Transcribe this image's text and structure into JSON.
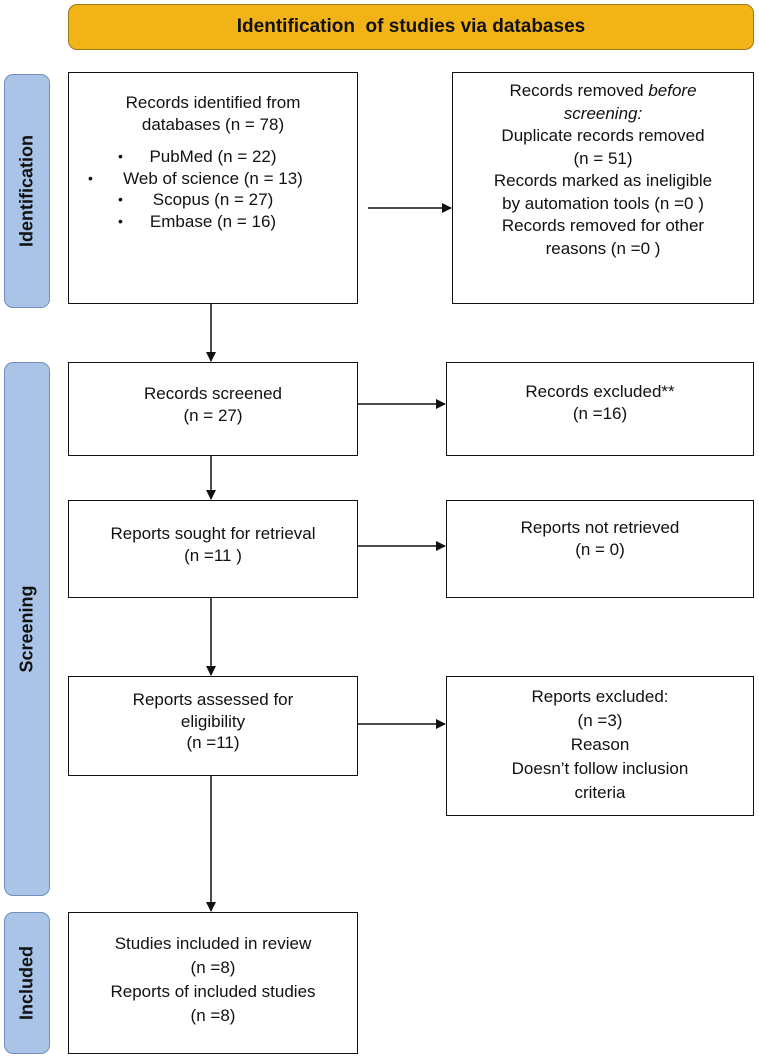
{
  "banner": {
    "title": "Identification  of studies via databases"
  },
  "phases": {
    "identification": "Identification",
    "screening": "Screening",
    "included": "Included"
  },
  "identified": {
    "line1": "Records identified from",
    "line2": "databases (n = 78)",
    "databases": [
      {
        "bullet": "•",
        "label": "PubMed (n = 22)"
      },
      {
        "bullet": "•",
        "label": "Web of science (n = 13)"
      },
      {
        "bullet": "•",
        "label": "Scopus (n = 27)"
      },
      {
        "bullet": "•",
        "label": "Embase (n = 16)"
      }
    ]
  },
  "removed": {
    "line1_prefix": "Records removed ",
    "line1_italic": "before",
    "line2_italic": "screening:",
    "line3": "Duplicate records removed",
    "line4": "(n = 51)",
    "line5": "Records marked as ineligible",
    "line6": "by automation tools (n =0 )",
    "line7": "Records removed for other",
    "line8": "reasons (n =0 )"
  },
  "screened": {
    "line1": "Records screened",
    "line2": "(n = 27)"
  },
  "excluded": {
    "line1": "Records excluded**",
    "line2": "(n =16)"
  },
  "sought": {
    "line1": "Reports sought for retrieval",
    "line2": "(n =11 )"
  },
  "not_retrieved": {
    "line1": "Reports not retrieved",
    "line2": "(n = 0)"
  },
  "assessed": {
    "line1": "Reports assessed for",
    "line2": "eligibility",
    "line3": "(n =11)"
  },
  "reports_excluded": {
    "line1": "Reports excluded:",
    "line2": "(n =3)",
    "line3": "Reason",
    "line4": "Doesn’t follow inclusion",
    "line5": "criteria"
  },
  "included": {
    "line1": "Studies included in review",
    "line2": "(n =8)",
    "line3": "Reports of included studies",
    "line4": "(n =8)"
  }
}
